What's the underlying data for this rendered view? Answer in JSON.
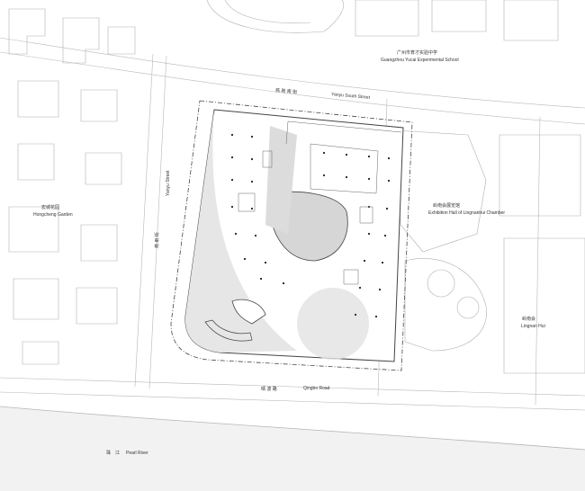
{
  "labels": {
    "school_zh": "广州市育才实验中学",
    "school_en": "Guangzhou Yucai Experimental School",
    "garden_zh": "宏城花园",
    "garden_en": "Hongcheng Garden",
    "exhibition_zh": "岭南会展览馆",
    "exhibition_en": "Exhibition Hall of Lingnanhui Chamber",
    "lingnan_zh": "岭南会",
    "lingnan_en": "Lingnan Hui",
    "river_zh": "珠　江",
    "river_en": "Pearl River"
  },
  "streets": {
    "yanyu_south_zh": "燕 雨 南 街",
    "yanyu_south_en": "Yanyu South Street",
    "yanyu_zh": "燕 雨 街",
    "yanyu_en": "Yanyu Street",
    "qingbo_zh": "晴 波 路",
    "qingbo_en": "Qingbo Road"
  },
  "colors": {
    "line": "#9a9a9a",
    "line_dark": "#444444",
    "shade": "#d6d6d6",
    "shade_light": "#ececec",
    "river": "#f0f0f0"
  }
}
